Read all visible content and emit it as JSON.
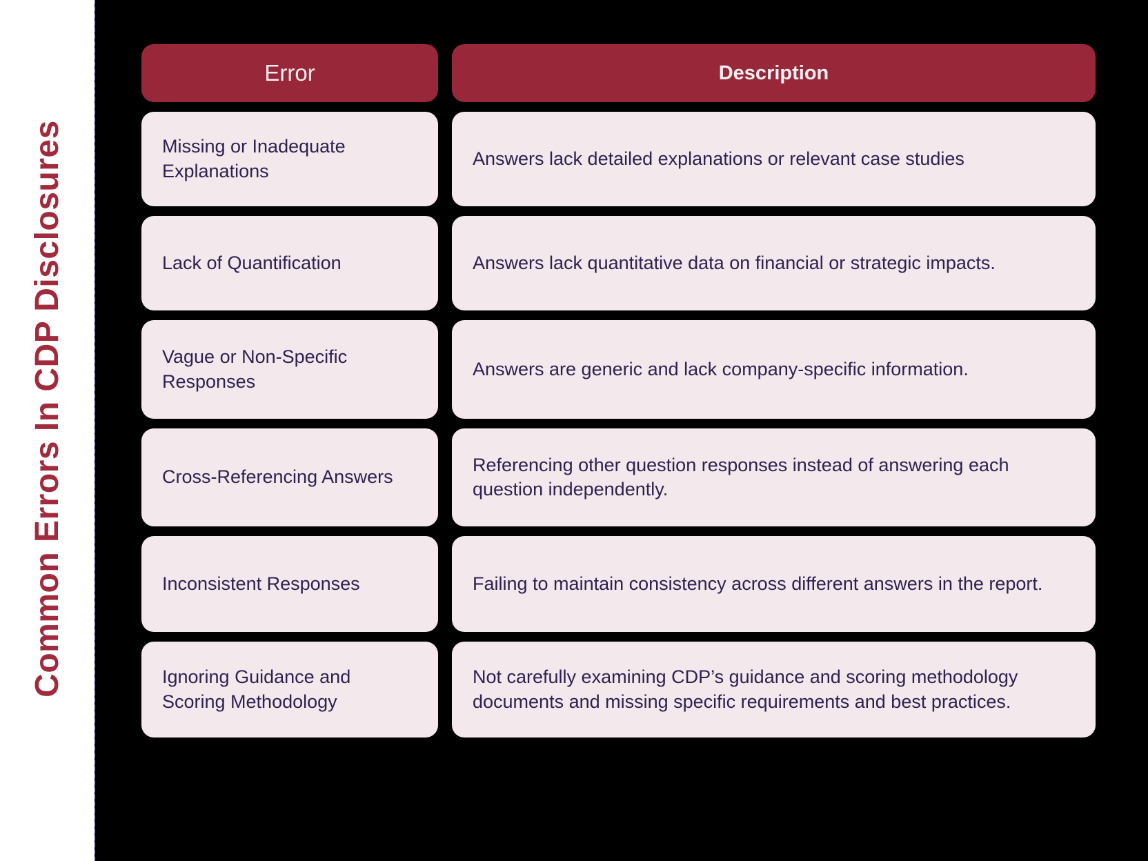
{
  "colors": {
    "background": "#000000",
    "sidebar_background": "#ffffff",
    "divider_dashed_line": "#b4abde",
    "header_background": "#98273A",
    "title_text": "#A12A3C",
    "row_background": "#F3E9EC",
    "row_text": "#2E2150",
    "header_text": "#F7EFF1"
  },
  "title": {
    "text": "Common Errors In CDP Disclosures"
  },
  "table": {
    "header": {
      "columns": [
        {
          "label": "Error"
        },
        {
          "label": "Description"
        }
      ]
    },
    "rows": [
      {
        "error": "Missing or Inadequate Explanations",
        "description": "Answers lack detailed explanations or relevant case studies"
      },
      {
        "error": "Lack of Quantification",
        "description": "Answers lack quantitative data on financial or strategic impacts."
      },
      {
        "error": "Vague or Non-Specific Responses",
        "description": "Answers are generic and lack company-specific information."
      },
      {
        "error": "Cross-Referencing Answers",
        "description": "Referencing other question responses instead of answering each question independently."
      },
      {
        "error": "Inconsistent Responses",
        "description": "Failing to maintain consistency across different answers in the report."
      },
      {
        "error": "Ignoring Guidance and Scoring Methodology",
        "description": "Not carefully examining CDP’s guidance and scoring methodology documents and missing specific requirements and best practices."
      }
    ]
  }
}
